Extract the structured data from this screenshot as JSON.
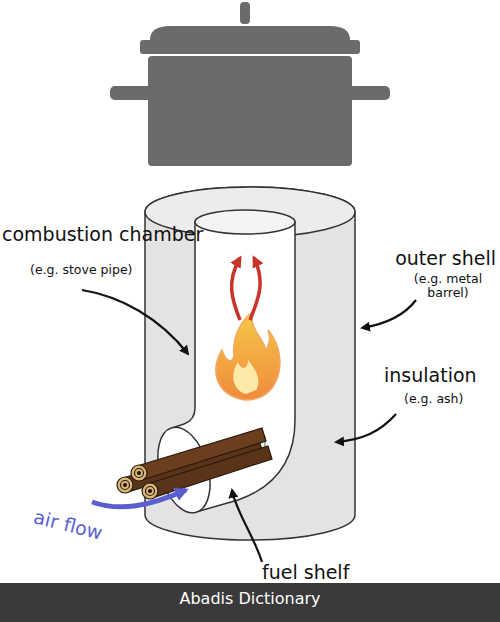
{
  "diagram": {
    "labels": [
      "combustion chamber",
      "(e.g. stove pipe)",
      "outer shell",
      "(e.g. metal barrel)",
      "insulation",
      "(e.g. ash)",
      "air flow",
      "fuel shelf",
      "Abadis Dictionary"
    ]
  }
}
